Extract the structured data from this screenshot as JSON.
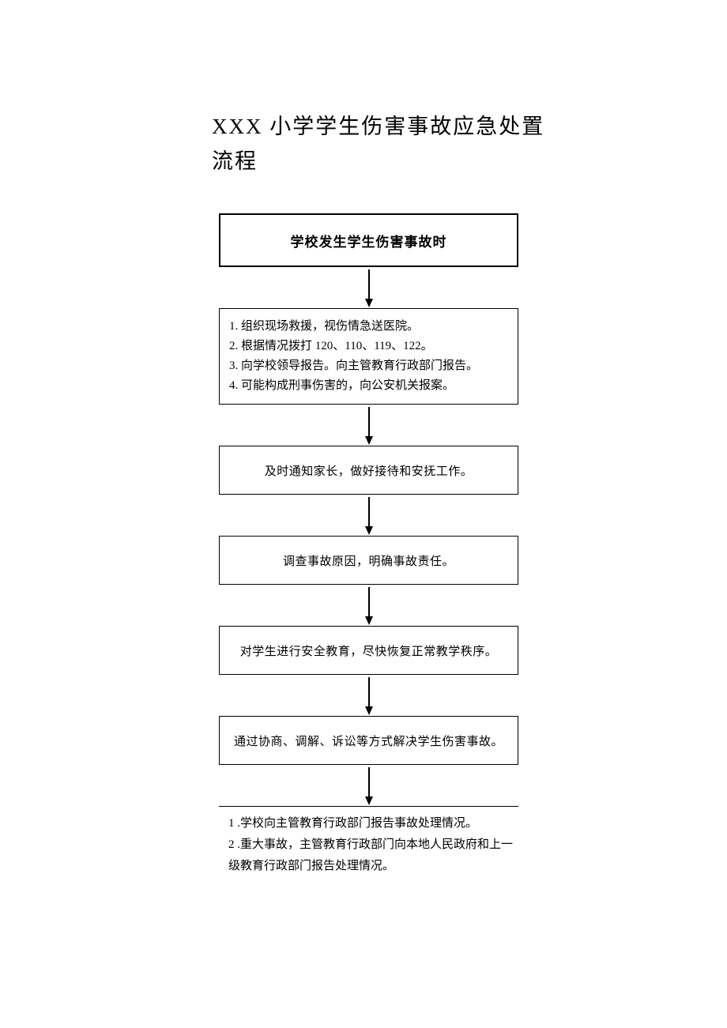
{
  "document": {
    "title": "XXX 小学学生伤害事故应急处置流程"
  },
  "flowchart": {
    "start_box": {
      "label": "学校发生学生伤害事故时"
    },
    "actions_box": {
      "lines": [
        "1. 组织现场救援，视伤情急送医院。",
        "2. 根据情况拨打 120、110、119、122。",
        "3. 向学校领导报告。向主管教育行政部门报告。",
        "4. 可能构成刑事伤害的，向公安机关报案。"
      ]
    },
    "step_boxes": [
      "及时通知家长，做好接待和安抚工作。",
      "调查事故原因，明确事故责任。",
      "对学生进行安全教育，尽快恢复正常教学秩序。",
      "通过协商、调解、诉讼等方式解决学生伤害事故。"
    ],
    "footer": {
      "items": [
        "1 .学校向主管教育行政部门报告事故处理情况。",
        "2 .重大事故，主管教育行政部门向本地人民政府和上一级教育行政部门报告处理情况。"
      ]
    }
  }
}
